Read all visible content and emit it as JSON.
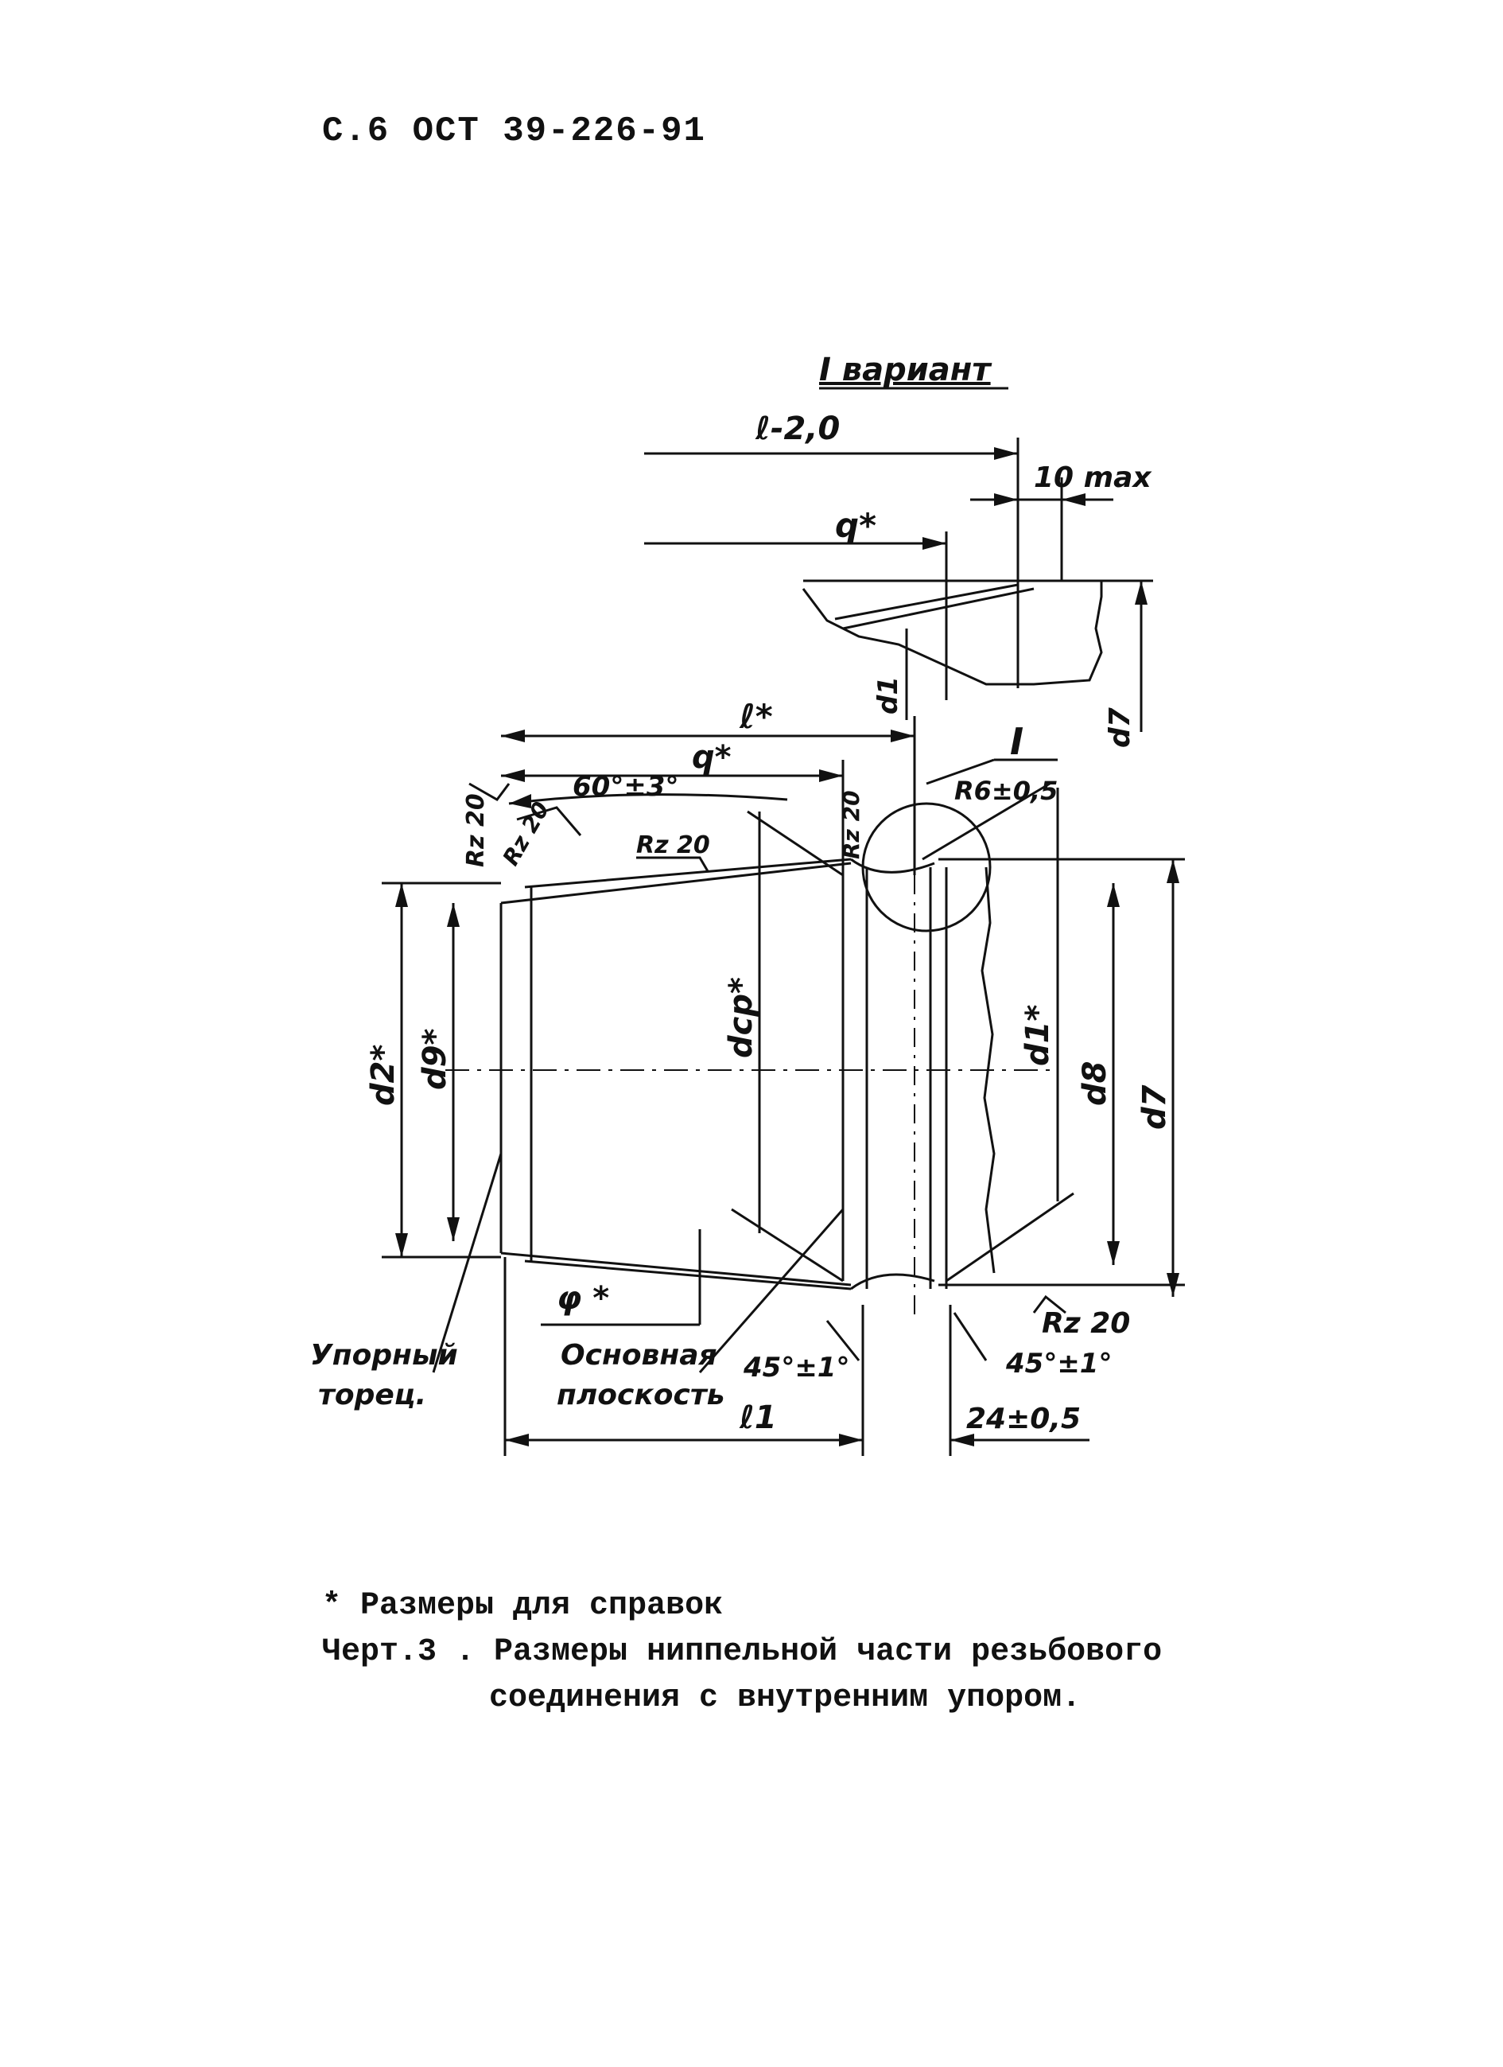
{
  "header": {
    "page_ref": "С.6 ОСТ 39-226-91"
  },
  "drawing": {
    "variant_title": "I вариант",
    "labels": {
      "l_tol": "ℓ-2,0",
      "ten_max": "10 max",
      "q_star_top": "q*",
      "d1_top": "d1",
      "d7_top": "d7",
      "l_star": "ℓ*",
      "q_star": "q*",
      "detail_I": "I",
      "angle_60": "60°±3°",
      "r_tol": "R6±0,5",
      "rz20_a": "Rz 20",
      "rz20_b": "Rz 20",
      "rz20_c": "Rz 20",
      "rz20_d": "Rz 20",
      "rz20_e": "Rz 20",
      "d2_star": "d2*",
      "d9_star": "d9*",
      "dcp_star": "dср*",
      "d1_star": "d1*",
      "d8": "d8",
      "d7": "d7",
      "phi_star": "φ *",
      "thrust_1": "Упорный",
      "thrust_2": "торец.",
      "base_1": "Основная",
      "base_2": "плоскость",
      "angle_45_left": "45°±1°",
      "angle_45_right": "45°±1°",
      "l1": "ℓ1",
      "dim_24": "24±0,5"
    }
  },
  "caption": {
    "note": "* Размеры для справок",
    "line1": "Черт.3 . Размеры ниппельной части резьбового",
    "line2": "соединения с внутренним упором."
  }
}
